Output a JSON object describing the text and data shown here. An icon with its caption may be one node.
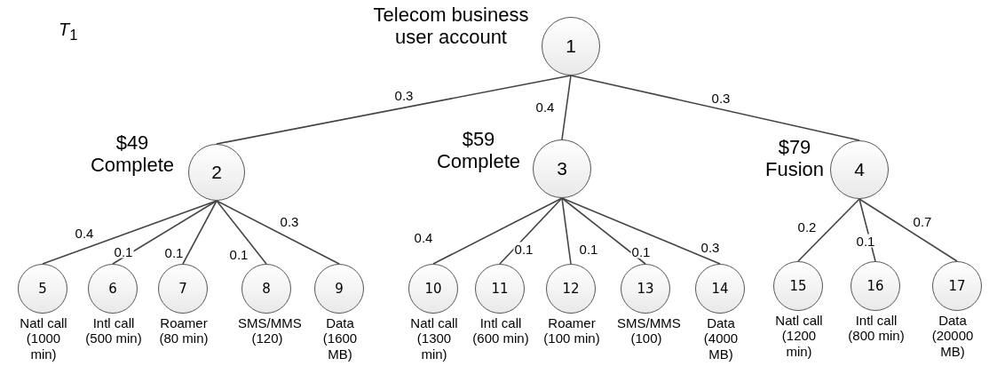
{
  "diagram": {
    "nodes": [
      {
        "text": [
          "1"
        ],
        "beside": [
          "Telecom business user account"
        ]
      },
      {
        "text": [
          "2"
        ],
        "beside": [
          "$49 Complete"
        ]
      },
      {
        "text": [
          "3"
        ],
        "beside": [
          "$59 Complete"
        ]
      },
      {
        "text": [
          "4"
        ],
        "beside": [
          "$79 Fusion"
        ]
      },
      {
        "text": [
          "5"
        ],
        "beside": [
          "Natl call (1000 min)"
        ]
      },
      {
        "text": [
          "6"
        ],
        "beside": [
          "Intl call (500 min)"
        ]
      },
      {
        "text": [
          "7"
        ],
        "beside": [
          "Roamer (80 min)"
        ]
      },
      {
        "text": [
          "8"
        ],
        "beside": [
          "SMS/MMS (120)"
        ]
      },
      {
        "text": [
          "9"
        ],
        "beside": [
          "Data (1600 MB)"
        ]
      },
      {
        "text": [
          "10"
        ],
        "beside": [
          "Natl call (1300 min)"
        ]
      },
      {
        "text": [
          "11"
        ],
        "beside": [
          "Intl call (600 min)"
        ]
      },
      {
        "text": [
          "12"
        ],
        "beside": [
          "Roamer (100 min)"
        ]
      },
      {
        "text": [
          "13"
        ],
        "beside": [
          "SMS/MMS (100)"
        ]
      },
      {
        "text": [
          "14"
        ],
        "beside": [
          "Data (4000 MB)"
        ]
      },
      {
        "text": [
          "15"
        ],
        "beside": [
          "Natl call (1200 min)"
        ]
      },
      {
        "text": [
          "16"
        ],
        "beside": [
          "Intl call (800 min)"
        ]
      },
      {
        "text": [
          "17"
        ],
        "beside": [
          "Data (20000 MB)"
        ]
      }
    ],
    "edges": [
      {
        "from": 0,
        "to": 1,
        "arrow": "none",
        "label": "0.3"
      },
      {
        "from": 0,
        "to": 2,
        "arrow": "none",
        "label": "0.4"
      },
      {
        "from": 0,
        "to": 3,
        "arrow": "none",
        "label": "0.3"
      },
      {
        "from": 1,
        "to": 4,
        "arrow": "none",
        "label": "0.4"
      },
      {
        "from": 1,
        "to": 5,
        "arrow": "none",
        "label": "0.1"
      },
      {
        "from": 1,
        "to": 6,
        "arrow": "none",
        "label": "0.1"
      },
      {
        "from": 1,
        "to": 7,
        "arrow": "none",
        "label": "0.1"
      },
      {
        "from": 1,
        "to": 8,
        "arrow": "none",
        "label": "0.3"
      },
      {
        "from": 2,
        "to": 9,
        "arrow": "none",
        "label": "0.4"
      },
      {
        "from": 2,
        "to": 10,
        "arrow": "none",
        "label": "0.1"
      },
      {
        "from": 2,
        "to": 11,
        "arrow": "none",
        "label": "0.1"
      },
      {
        "from": 2,
        "to": 12,
        "arrow": "none",
        "label": "0.1"
      },
      {
        "from": 2,
        "to": 13,
        "arrow": "none",
        "label": "0.3"
      },
      {
        "from": 3,
        "to": 14,
        "arrow": "none",
        "label": "0.2"
      },
      {
        "from": 3,
        "to": 15,
        "arrow": "none",
        "label": "0.1"
      },
      {
        "from": 3,
        "to": 16,
        "arrow": "none",
        "label": "0.7"
      }
    ],
    "labels": [
      "*T*$_{1}$"
    ]
  }
}
